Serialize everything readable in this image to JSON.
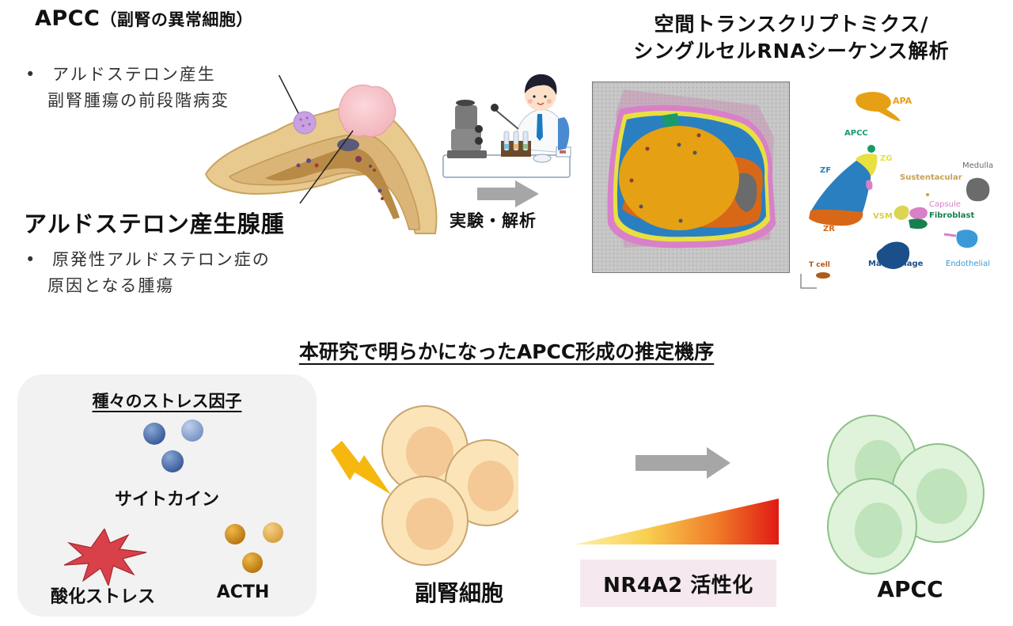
{
  "top_left": {
    "apcc_heading": "APCC",
    "apcc_heading_paren": "（副腎の異常細胞）",
    "apcc_bullet": "•",
    "apcc_desc_line1": "アルドステロン産生",
    "apcc_desc_line2": "副腎腫瘍の前段階病変",
    "apa_heading": "アルドステロン産生腺腫",
    "apa_bullet": "•",
    "apa_desc_line1": "原発性アルドステロン症の",
    "apa_desc_line2": "原因となる腫瘍"
  },
  "middle": {
    "caption": "実験・解析"
  },
  "top_right": {
    "title_line1": "空間トランスクリプトミクス/",
    "title_line2": "シングルセルRNAシーケンス解析",
    "umap_labels": {
      "apa": "APA",
      "apcc": "APCC",
      "zg": "ZG",
      "zf": "ZF",
      "zr": "ZR",
      "medulla": "Medulla",
      "sustentacular": "Sustentacular",
      "capsule": "Capsule",
      "vsm": "VSM",
      "fibroblast": "Fibroblast",
      "macrophage": "Macrophage",
      "endothelial": "Endothelial",
      "tcell": "T cell"
    },
    "cluster_colors": {
      "apa": "#e6a014",
      "apcc": "#1a9a6c",
      "zg": "#e8e040",
      "zf": "#2a7fc0",
      "zr": "#d86818",
      "medulla": "#6b6b6b",
      "sustentacular": "#c8a050",
      "capsule": "#d880c8",
      "vsm": "#d8d040",
      "fibroblast": "#168050",
      "macrophage": "#1a4f8a",
      "endothelial": "#3a9ad8",
      "tcell": "#b05a18"
    }
  },
  "bottom": {
    "section_title": "本研究で明らかになったAPCC形成の推定機序",
    "stress_box": {
      "title": "種々のストレス因子",
      "cytokine_label": "サイトカイン",
      "oxidative_label": "酸化ストレス",
      "acth_label": "ACTH"
    },
    "adrenal_cells_label": "副腎細胞",
    "nr4a2_label": "NR4A2 活性化",
    "apcc_label": "APCC"
  }
}
